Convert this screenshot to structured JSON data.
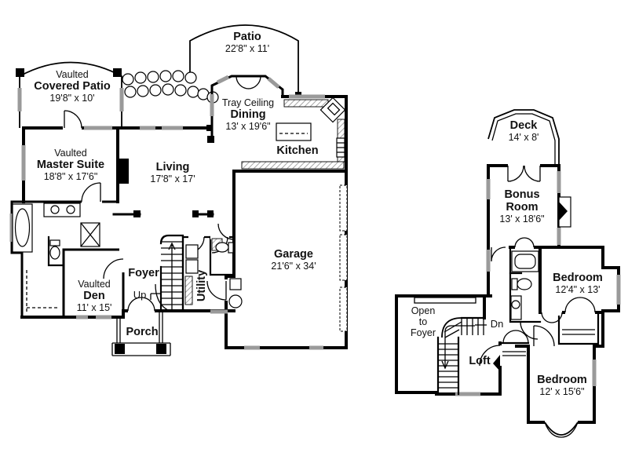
{
  "document": {
    "type": "two-story house floor plan drawing",
    "background": "#ffffff",
    "wall_color": "#000000",
    "window_color": "#9a9a9a"
  },
  "first_floor": {
    "rooms": {
      "patio": {
        "name": "Patio",
        "dims": "22'8\" x 11'"
      },
      "covered_patio": {
        "modifier": "Vaulted",
        "name": "Covered Patio",
        "dims": "19'8\" x 10'"
      },
      "master_suite": {
        "modifier": "Vaulted",
        "name": "Master Suite",
        "dims": "18'8\" x 17'6\""
      },
      "dining": {
        "modifier": "Tray Ceiling",
        "name": "Dining",
        "dims": "13' x 19'6\""
      },
      "kitchen": {
        "name": "Kitchen"
      },
      "living": {
        "name": "Living",
        "dims": "17'8\" x 17'"
      },
      "den": {
        "modifier": "Vaulted",
        "name": "Den",
        "dims": "11' x 15'"
      },
      "foyer": {
        "name": "Foyer"
      },
      "utility": {
        "name": "Utility"
      },
      "porch": {
        "name": "Porch"
      },
      "garage": {
        "name": "Garage",
        "dims": "21'6\" x 34'"
      }
    },
    "annotations": {
      "stairs_up": "Up"
    }
  },
  "second_floor": {
    "rooms": {
      "deck": {
        "name": "Deck",
        "dims": "14' x 8'"
      },
      "bonus_room": {
        "name_line1": "Bonus",
        "name_line2": "Room",
        "dims": "13' x 18'6\""
      },
      "bedroom_1": {
        "name": "Bedroom",
        "dims": "12'4\" x 13'"
      },
      "open_to_foyer": {
        "line1": "Open",
        "line2": "to",
        "line3": "Foyer"
      },
      "loft": {
        "name": "Loft"
      },
      "bedroom_2": {
        "name": "Bedroom",
        "dims": "12' x 15'6\""
      }
    },
    "annotations": {
      "stairs_down": "Dn"
    }
  }
}
